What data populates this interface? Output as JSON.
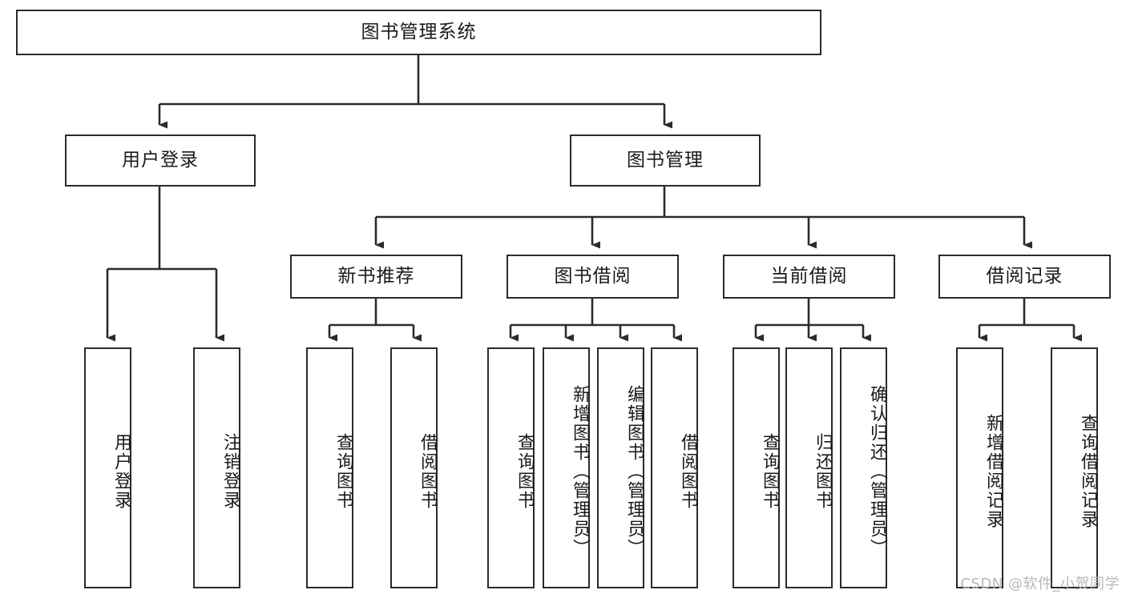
{
  "diagram": {
    "type": "tree-hierarchy",
    "title": "图书管理系统",
    "root": {
      "id": "root",
      "label": "图书管理系统",
      "level": 0
    },
    "level1": [
      {
        "id": "user-login",
        "label": "用户登录"
      },
      {
        "id": "book-management",
        "label": "图书管理"
      }
    ],
    "level2": [
      {
        "id": "new-book-recommend",
        "label": "新书推荐",
        "parent": "book-management"
      },
      {
        "id": "book-borrow",
        "label": "图书借阅",
        "parent": "book-management"
      },
      {
        "id": "current-borrow",
        "label": "当前借阅",
        "parent": "book-management"
      },
      {
        "id": "borrow-record",
        "label": "借阅记录",
        "parent": "book-management"
      }
    ],
    "leaves": {
      "user_login": [
        {
          "id": "leaf-user-login",
          "label": "用户登录"
        },
        {
          "id": "leaf-user-logout",
          "label": "注销登录"
        }
      ],
      "new_book_recommend": [
        {
          "id": "leaf-query-book-1",
          "label": "查询图书"
        },
        {
          "id": "leaf-borrow-book-1",
          "label": "借阅图书"
        }
      ],
      "book_borrow": [
        {
          "id": "leaf-query-book-2",
          "label": "查询图书"
        },
        {
          "id": "leaf-add-book",
          "label": "新增图书（管理员）"
        },
        {
          "id": "leaf-edit-book",
          "label": "编辑图书（管理员）"
        },
        {
          "id": "leaf-borrow-book-2",
          "label": "借阅图书"
        }
      ],
      "current_borrow": [
        {
          "id": "leaf-query-book-3",
          "label": "查询图书"
        },
        {
          "id": "leaf-return-book",
          "label": "归还图书"
        },
        {
          "id": "leaf-confirm-return",
          "label": "确认归还（管理员）"
        }
      ],
      "borrow_record": [
        {
          "id": "leaf-add-record",
          "label": "新增借阅记录"
        },
        {
          "id": "leaf-query-record",
          "label": "查询借阅记录"
        }
      ]
    },
    "colors": {
      "stroke": "#2b2b2b",
      "fill": "#ffffff",
      "text": "#1a1a1a",
      "watermark": "#b8b8b8"
    }
  },
  "watermark": {
    "text": "CSDN @软件_小贺同学"
  }
}
